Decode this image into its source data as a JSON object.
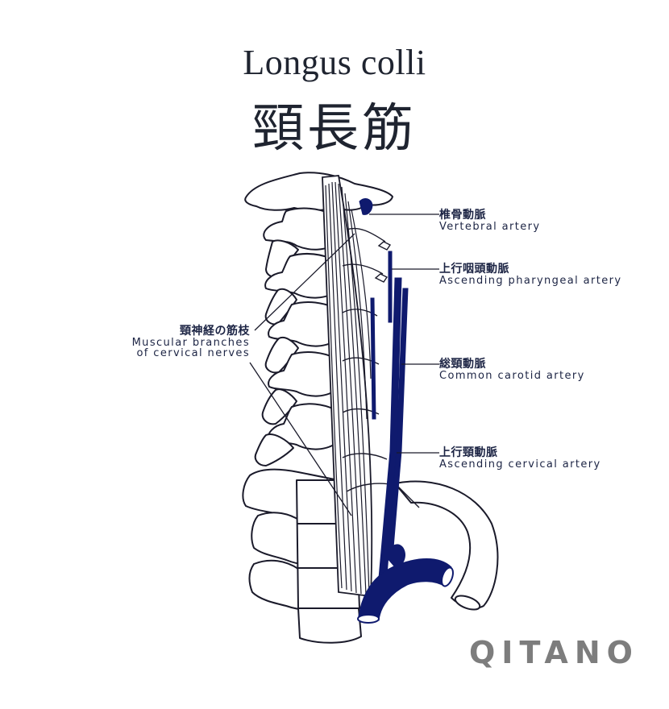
{
  "title": {
    "english": "Longus colli",
    "japanese": "頸長筋"
  },
  "labels": [
    {
      "id": "vertebral-artery",
      "ja": "椎骨動脈",
      "en": "Vertebral artery"
    },
    {
      "id": "ascending-pharyngeal-artery",
      "ja": "上行咽頭動脈",
      "en": "Ascending pharyngeal artery"
    },
    {
      "id": "muscular-branches",
      "ja": "頸神経の筋枝",
      "en_line1": "Muscular branches",
      "en_line2": "of cervical nerves"
    },
    {
      "id": "common-carotid-artery",
      "ja": "総頸動脈",
      "en": "Common carotid artery"
    },
    {
      "id": "ascending-cervical-artery",
      "ja": "上行頸動脈",
      "en": "Ascending cervical artery"
    }
  ],
  "colors": {
    "artery": "#0f1a6e",
    "line": "#1a1a2a",
    "title": "#1f2430",
    "watermark": "#7d7d7d"
  },
  "watermark": "QITANO"
}
